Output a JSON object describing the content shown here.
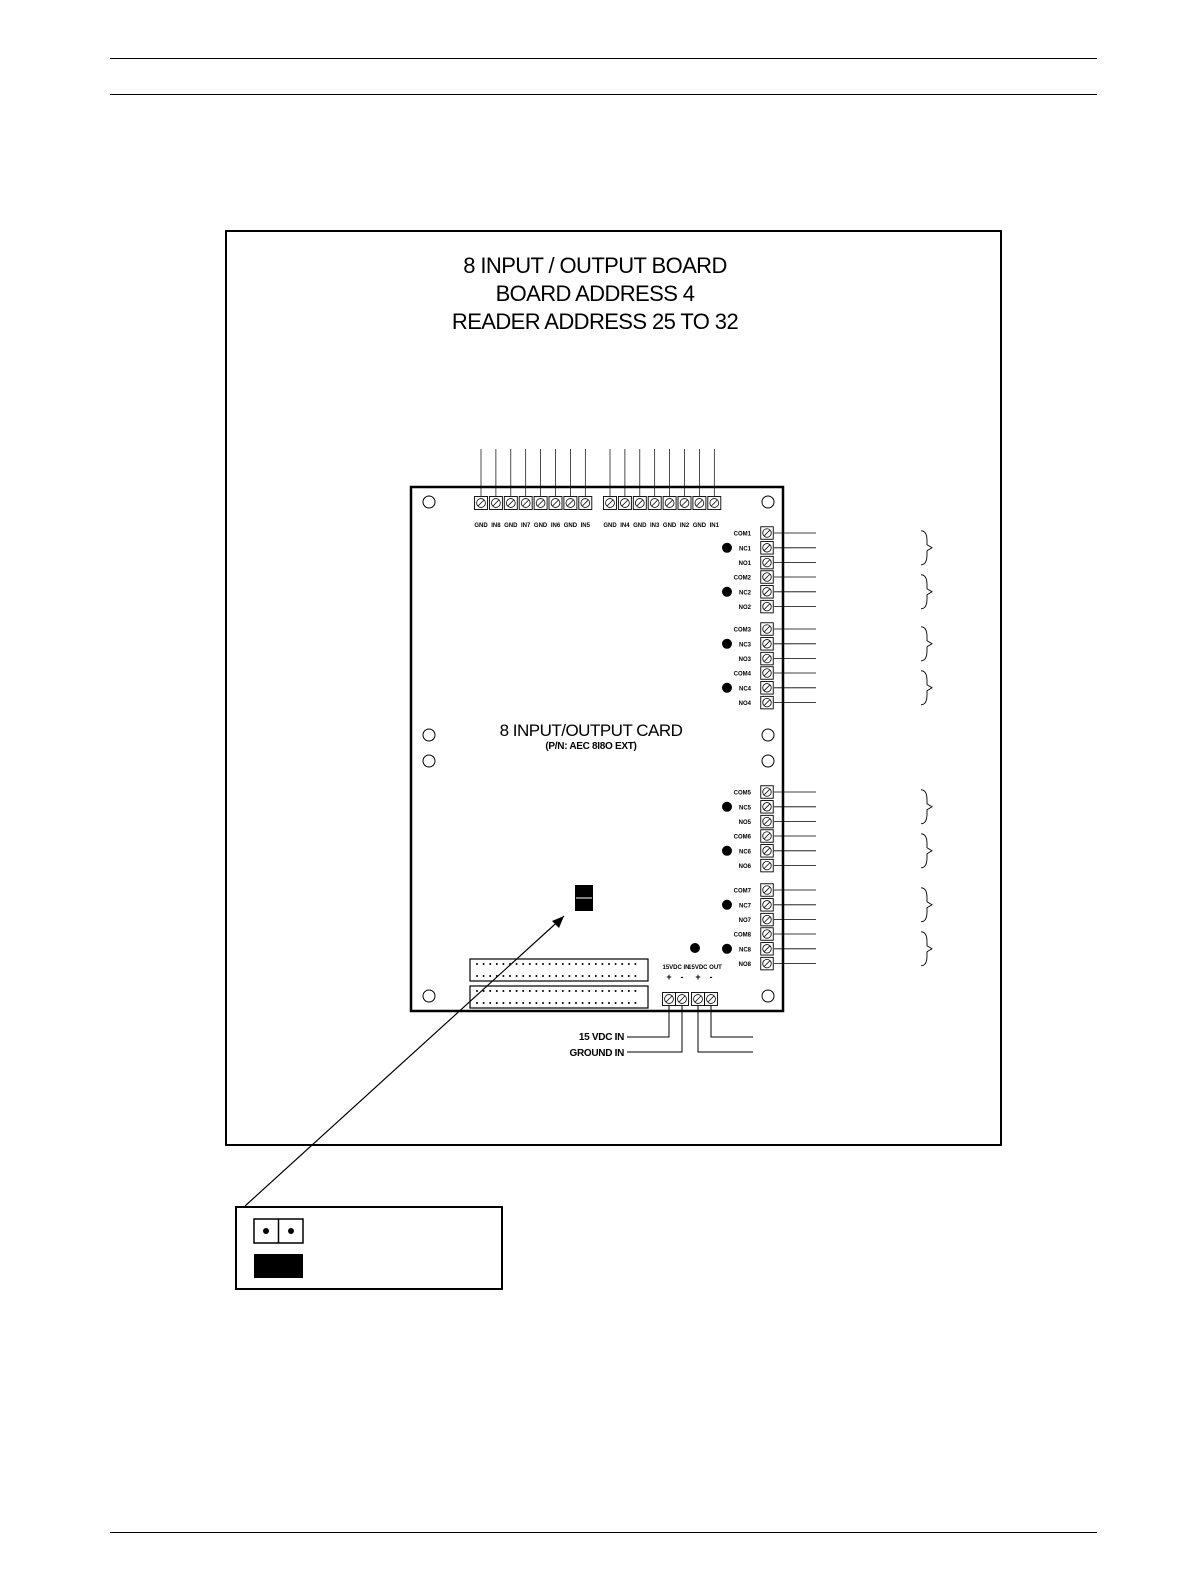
{
  "board": {
    "title_lines": [
      "8 INPUT / OUTPUT BOARD",
      "BOARD ADDRESS 4",
      "READER ADDRESS 25 TO 32"
    ],
    "card_name": "8 INPUT/OUTPUT CARD",
    "part_number": "(P/N: AEC 8I8O EXT)"
  },
  "input_terminals": [
    "GND",
    "IN8",
    "GND",
    "IN7",
    "GND",
    "IN6",
    "GND",
    "IN5",
    "GND",
    "IN4",
    "GND",
    "IN3",
    "GND",
    "IN2",
    "GND",
    "IN1"
  ],
  "relay_groups": [
    {
      "relay": 1,
      "terminals": [
        "COM1",
        "NC1",
        "NO1"
      ]
    },
    {
      "relay": 2,
      "terminals": [
        "COM2",
        "NC2",
        "NO2"
      ]
    },
    {
      "relay": 3,
      "terminals": [
        "COM3",
        "NC3",
        "NO3"
      ]
    },
    {
      "relay": 4,
      "terminals": [
        "COM4",
        "NC4",
        "NO4"
      ]
    },
    {
      "relay": 5,
      "terminals": [
        "COM5",
        "NC5",
        "NO5"
      ]
    },
    {
      "relay": 6,
      "terminals": [
        "COM6",
        "NC6",
        "NO6"
      ]
    },
    {
      "relay": 7,
      "terminals": [
        "COM7",
        "NC7",
        "NO7"
      ]
    },
    {
      "relay": 8,
      "terminals": [
        "COM8",
        "NC8",
        "NO8"
      ]
    }
  ],
  "power": {
    "in_header": "15VDC IN",
    "out_header": "15VDC OUT",
    "polarity": [
      "+",
      "-",
      "+",
      "-"
    ],
    "vdc_in_label": "15 VDC IN",
    "ground_in_label": "GROUND IN"
  }
}
